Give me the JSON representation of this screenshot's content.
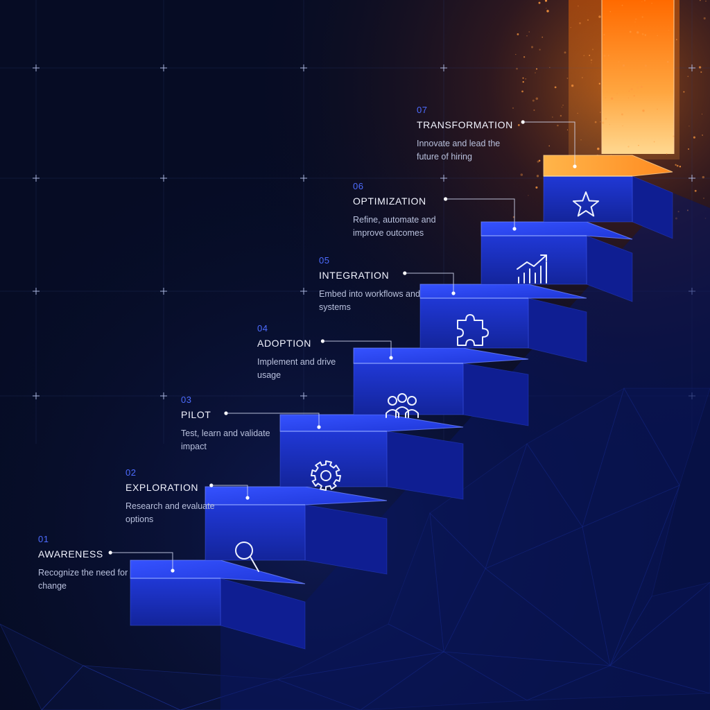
{
  "steps": [
    {
      "number": "01",
      "title": "AWARENESS",
      "description": "Recognize the need for change",
      "icon": "magnifier-icon"
    },
    {
      "number": "02",
      "title": "EXPLORATION",
      "description": "Research and evaluate options",
      "icon": "gear-icon"
    },
    {
      "number": "03",
      "title": "PILOT",
      "description": "Test, learn and validate impact",
      "icon": "people-icon"
    },
    {
      "number": "04",
      "title": "ADOPTION",
      "description": "Implement and drive usage",
      "icon": "puzzle-icon"
    },
    {
      "number": "05",
      "title": "INTEGRATION",
      "description": "Embed into workflows and systems",
      "icon": "growth-chart-icon"
    },
    {
      "number": "06",
      "title": "OPTIMIZATION",
      "description": "Refine, automate and improve outcomes",
      "icon": "star-icon"
    },
    {
      "number": "07",
      "title": "TRANSFORMATION",
      "description": "Innovate and lead the future of hiring",
      "icon": "glowing-doorway"
    }
  ],
  "colors": {
    "background": "#060c24",
    "step_top": "#2a46ef",
    "step_front": "#1a2fc4",
    "step_side": "#0d1a78",
    "number_accent": "#4d6cff",
    "glow": "#ff7a10"
  }
}
